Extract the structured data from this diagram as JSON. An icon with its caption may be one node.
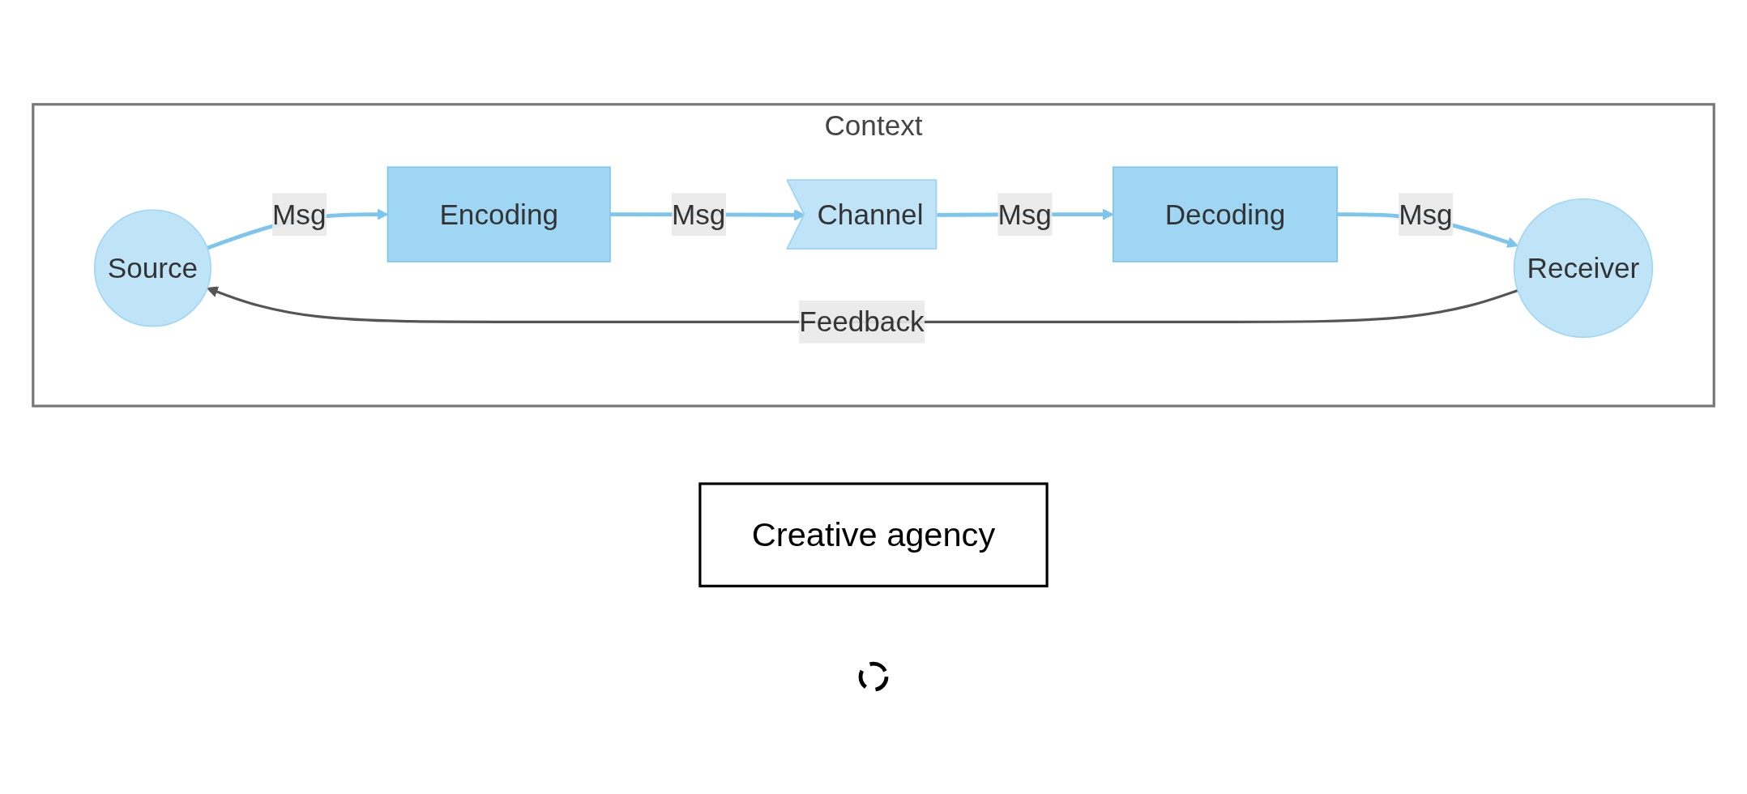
{
  "diagram": {
    "nodes": [
      {
        "text": [
          "Context"
        ]
      },
      {
        "text": [
          "Source"
        ],
        "in": 0
      },
      {
        "text": [
          "Encoding"
        ],
        "in": 0
      },
      {
        "text": [
          "Channel"
        ],
        "in": 0
      },
      {
        "text": [
          "Decoding"
        ],
        "in": 0
      },
      {
        "text": [
          "Receiver"
        ],
        "in": 0
      },
      {
        "text": [
          "Creative agency"
        ]
      },
      {
        "text": [],
        "shape": "ellipse"
      }
    ],
    "edges": [
      {
        "from": 1,
        "to": 2,
        "arrow": "to",
        "label": "Msg"
      },
      {
        "from": 2,
        "to": 3,
        "arrow": "to",
        "label": "Msg"
      },
      {
        "from": 3,
        "to": 4,
        "arrow": "to",
        "label": "Msg"
      },
      {
        "from": 4,
        "to": 5,
        "arrow": "to",
        "label": "Msg"
      },
      {
        "from": 5,
        "to": 1,
        "arrow": "to",
        "label": "Feedback",
        "color": "#555555"
      }
    ]
  }
}
